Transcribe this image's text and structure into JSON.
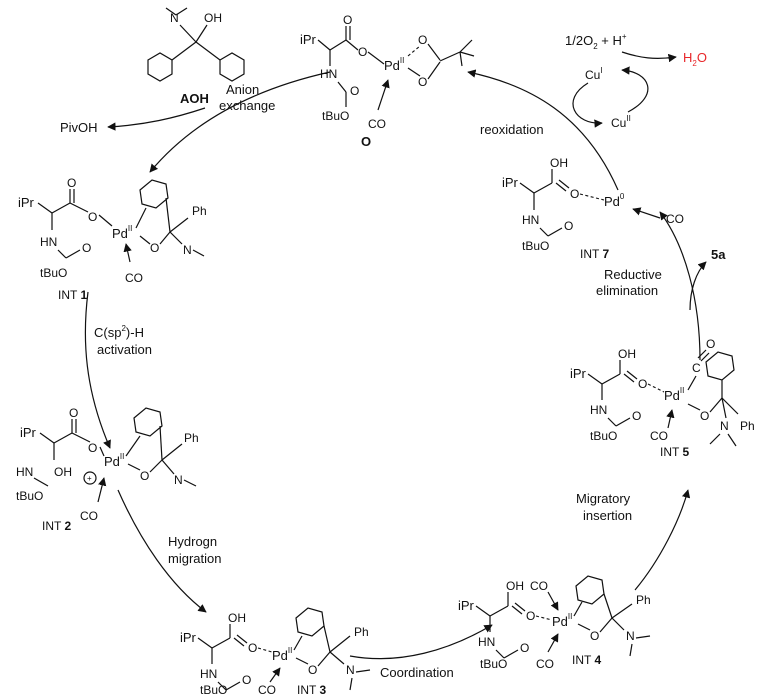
{
  "compounds": {
    "AOH": "AOH",
    "O": "O",
    "INT1": {
      "prefix": "INT ",
      "num": "1"
    },
    "INT2": {
      "prefix": "INT ",
      "num": "2"
    },
    "INT3": {
      "prefix": "INT ",
      "num": "3"
    },
    "INT4": {
      "prefix": "INT ",
      "num": "4"
    },
    "INT5": {
      "prefix": "INT ",
      "num": "5"
    },
    "INT7": {
      "prefix": "INT ",
      "num": "7"
    },
    "product": "5a"
  },
  "steps": {
    "anion_exchange_1": "Anion",
    "anion_exchange_2": "exchange",
    "pivoh": "PivOH",
    "ch_activation_1": "C(sp",
    "ch_activation_sup": "2",
    "ch_activation_2": ")-H",
    "ch_activation_3": "activation",
    "hydrogen_1": "Hydrogn",
    "hydrogen_2": "migration",
    "coordination": "Coordination",
    "migratory_1": "Migratory",
    "migratory_2": "insertion",
    "reductive_1": "Reductive",
    "reductive_2": "elimination",
    "reoxidation": "reoxidation"
  },
  "copper": {
    "oxidant": "1/2O",
    "oxidant_sub": "2",
    "oxidant_tail": " + H",
    "oxidant_sup": "+",
    "water": "H",
    "water_sub": "2",
    "water_tail": "O",
    "cu": "Cu",
    "cu_i": "I",
    "cu_ii": "II"
  },
  "atoms": {
    "ipr": "iPr",
    "tbuo": "tBuO",
    "hn": "HN",
    "oh": "OH",
    "o": "O",
    "ph": "Ph",
    "n": "N",
    "pd": "Pd",
    "pd_ii": "II",
    "pd_0": "0",
    "co": "CO",
    "c": "C",
    "plus": "+"
  },
  "colors": {
    "accent_red": "#e8272a",
    "ink": "#111111"
  }
}
